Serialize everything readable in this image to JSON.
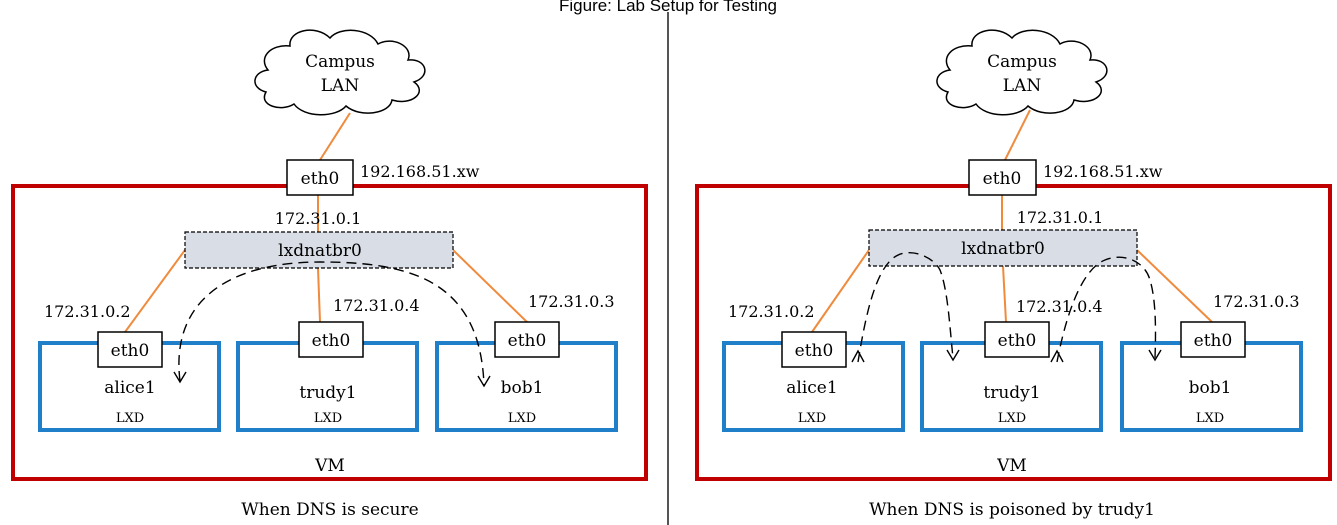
{
  "header": {
    "title": "Figure: Lab Setup for Testing"
  },
  "colors": {
    "vm_border": "#c00000",
    "lxd_border": "#1f7fc8",
    "link": "#f08a3c",
    "bridge_fill": "#d9dde6",
    "divider": "#555555"
  },
  "panels": [
    {
      "caption": "When DNS is secure",
      "cloud_line1": "Campus",
      "cloud_line2": "LAN",
      "host_eth": "eth0",
      "host_ip": "192.168.51.xw",
      "bridge_label": "lxdnatbr0",
      "bridge_ip": "172.31.0.1",
      "vm_label": "VM",
      "containers": [
        {
          "name": "alice1",
          "type": "LXD",
          "eth": "eth0",
          "ip": "172.31.0.2"
        },
        {
          "name": "trudy1",
          "type": "LXD",
          "eth": "eth0",
          "ip": "172.31.0.4"
        },
        {
          "name": "bob1",
          "type": "LXD",
          "eth": "eth0",
          "ip": "172.31.0.3"
        }
      ]
    },
    {
      "caption": "When DNS is poisoned by trudy1",
      "cloud_line1": "Campus",
      "cloud_line2": "LAN",
      "host_eth": "eth0",
      "host_ip": "192.168.51.xw",
      "bridge_label": "lxdnatbr0",
      "bridge_ip": "172.31.0.1",
      "vm_label": "VM",
      "containers": [
        {
          "name": "alice1",
          "type": "LXD",
          "eth": "eth0",
          "ip": "172.31.0.2"
        },
        {
          "name": "trudy1",
          "type": "LXD",
          "eth": "eth0",
          "ip": "172.31.0.4"
        },
        {
          "name": "bob1",
          "type": "LXD",
          "eth": "eth0",
          "ip": "172.31.0.3"
        }
      ]
    }
  ]
}
